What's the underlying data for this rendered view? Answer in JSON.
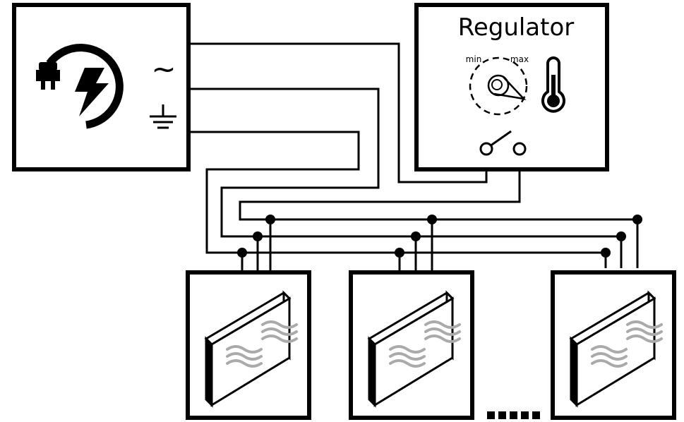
{
  "power_source": {
    "icon": "power-plug-lightning-icon",
    "ac_symbol": "~",
    "ground_icon": "ground-icon"
  },
  "regulator": {
    "title": "Regulator",
    "dial_min_label": "min",
    "dial_max_label": "max",
    "dial_icon": "dial-knob-icon",
    "thermometer_icon": "thermometer-icon",
    "switch_icon": "switch-icon"
  },
  "heaters": [
    {
      "icon": "panel-heater-icon"
    },
    {
      "icon": "panel-heater-icon"
    },
    {
      "icon": "panel-heater-icon"
    }
  ],
  "ellipsis_icon": "more-heaters-dots-icon",
  "colors": {
    "line": "#000000",
    "heat_waves": "#aaaaaa"
  }
}
